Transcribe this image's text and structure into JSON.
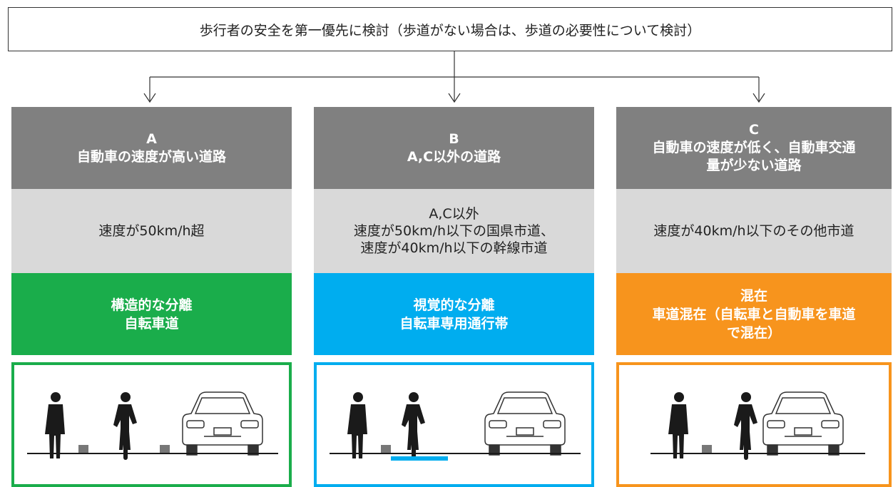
{
  "top": {
    "text": "歩行者の安全を第一優先に検討（歩道がない場合は、歩道の必要性について検討）"
  },
  "columns": [
    {
      "id": "A",
      "header": [
        "A",
        "自動車の速度が高い道路"
      ],
      "criteria": [
        "速度が50km/h超"
      ],
      "solution": [
        "構造的な分離",
        "自転車道"
      ],
      "color": "#1aad4b"
    },
    {
      "id": "B",
      "header": [
        "B",
        "A,C以外の道路"
      ],
      "criteria": [
        "A,C以外",
        "速度が50km/h以下の国県市道、",
        "速度が40km/h以下の幹線市道"
      ],
      "solution": [
        "視覚的な分離",
        "自転車専用通行帯"
      ],
      "color": "#00adef",
      "lane_color": "#00adef"
    },
    {
      "id": "C",
      "header": [
        "C",
        "自動車の速度が低く、自動車交通",
        "量が少ない道路"
      ],
      "criteria": [
        "速度が40km/h以下のその他市道"
      ],
      "solution": [
        "混在",
        "車道混在（自転車と自動車を車道",
        "で混在）"
      ],
      "color": "#f7941d"
    }
  ]
}
